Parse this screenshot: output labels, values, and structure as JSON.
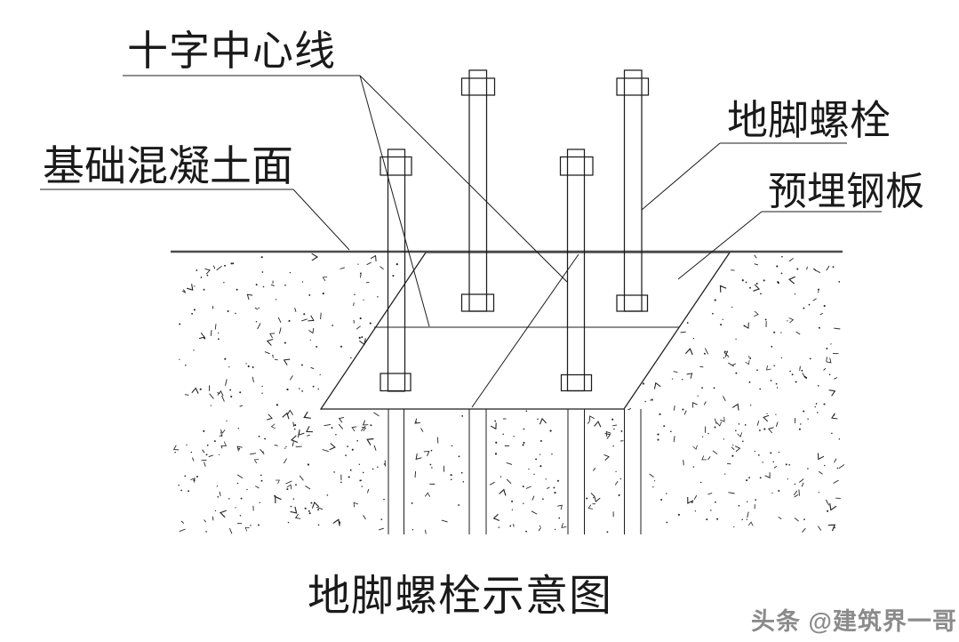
{
  "diagram": {
    "labels": {
      "cross_centerline": "十字中心线",
      "foundation_surface": "基础混凝土面",
      "anchor_bolt": "地脚螺栓",
      "embedded_plate": "预埋钢板"
    },
    "title": "地脚螺栓示意图",
    "watermark": "头条 @建筑界一哥",
    "colors": {
      "line": "#1c1c1c",
      "surface_line": "#4a4a4a",
      "watermark": "#8b8b8b"
    }
  }
}
